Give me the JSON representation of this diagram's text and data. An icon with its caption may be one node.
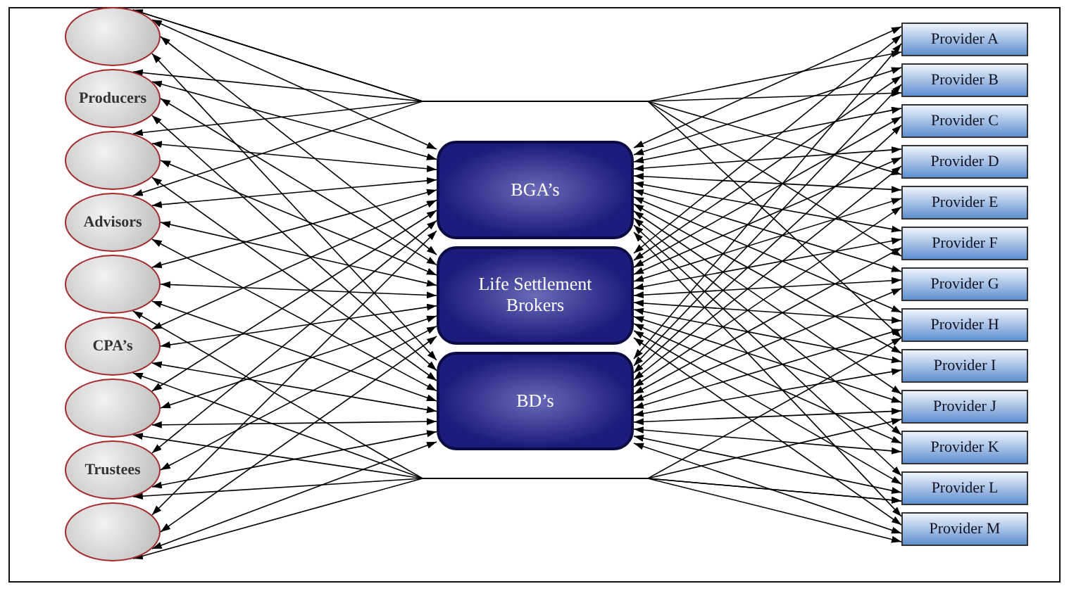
{
  "diagram": {
    "nodes": [
      {
        "text": [],
        "shape": "circle"
      },
      {
        "text": [
          "Producers"
        ]
      },
      {
        "text": [],
        "shape": "circle"
      },
      {
        "text": [
          "Advisors"
        ]
      },
      {
        "text": [],
        "shape": "circle"
      },
      {
        "text": [
          "CPA’s"
        ]
      },
      {
        "text": [],
        "shape": "circle"
      },
      {
        "text": [
          "Trustees"
        ]
      },
      {
        "text": [],
        "shape": "circle"
      },
      {
        "text": [
          "BGA’s"
        ]
      },
      {
        "text": [
          "Life Settlement Brokers"
        ]
      },
      {
        "text": [
          "BD’s"
        ]
      },
      {
        "text": [
          "Provider A"
        ]
      },
      {
        "text": [
          "Provider B"
        ]
      },
      {
        "text": [
          "Provider C"
        ]
      },
      {
        "text": [
          "Provider D"
        ]
      },
      {
        "text": [
          "Provider E"
        ]
      },
      {
        "text": [
          "Provider F"
        ]
      },
      {
        "text": [
          "Provider G"
        ]
      },
      {
        "text": [
          "Provider H"
        ]
      },
      {
        "text": [
          "Provider I"
        ]
      },
      {
        "text": [
          "Provider J"
        ]
      },
      {
        "text": [
          "Provider K"
        ]
      },
      {
        "text": [
          "Provider L"
        ]
      },
      {
        "text": [
          "Provider M"
        ]
      }
    ],
    "edges": [
      {
        "from": 0,
        "to": 9,
        "arrow": "both"
      },
      {
        "from": 1,
        "to": 9,
        "arrow": "both"
      },
      {
        "from": 2,
        "to": 9,
        "arrow": "both"
      },
      {
        "from": 3,
        "to": 9,
        "arrow": "both"
      },
      {
        "from": 4,
        "to": 9,
        "arrow": "both"
      },
      {
        "from": 5,
        "to": 9,
        "arrow": "both"
      },
      {
        "from": 6,
        "to": 9,
        "arrow": "both"
      },
      {
        "from": 7,
        "to": 9,
        "arrow": "both"
      },
      {
        "from": 8,
        "to": 9,
        "arrow": "both"
      },
      {
        "from": 0,
        "to": 10,
        "arrow": "both"
      },
      {
        "from": 1,
        "to": 10,
        "arrow": "both"
      },
      {
        "from": 2,
        "to": 10,
        "arrow": "both"
      },
      {
        "from": 3,
        "to": 10,
        "arrow": "both"
      },
      {
        "from": 4,
        "to": 10,
        "arrow": "both"
      },
      {
        "from": 5,
        "to": 10,
        "arrow": "both"
      },
      {
        "from": 6,
        "to": 10,
        "arrow": "both"
      },
      {
        "from": 7,
        "to": 10,
        "arrow": "both"
      },
      {
        "from": 8,
        "to": 10,
        "arrow": "both"
      },
      {
        "from": 0,
        "to": 11,
        "arrow": "both"
      },
      {
        "from": 1,
        "to": 11,
        "arrow": "both"
      },
      {
        "from": 2,
        "to": 11,
        "arrow": "both"
      },
      {
        "from": 3,
        "to": 11,
        "arrow": "both"
      },
      {
        "from": 4,
        "to": 11,
        "arrow": "both"
      },
      {
        "from": 5,
        "to": 11,
        "arrow": "both"
      },
      {
        "from": 6,
        "to": 11,
        "arrow": "both"
      },
      {
        "from": 7,
        "to": 11,
        "arrow": "both"
      },
      {
        "from": 8,
        "to": 11,
        "arrow": "both"
      },
      {
        "from": 9,
        "to": 12,
        "arrow": "both"
      },
      {
        "from": 9,
        "to": 13,
        "arrow": "both"
      },
      {
        "from": 9,
        "to": 14,
        "arrow": "both"
      },
      {
        "from": 9,
        "to": 15,
        "arrow": "both"
      },
      {
        "from": 9,
        "to": 16,
        "arrow": "both"
      },
      {
        "from": 9,
        "to": 17,
        "arrow": "both"
      },
      {
        "from": 9,
        "to": 18,
        "arrow": "both"
      },
      {
        "from": 9,
        "to": 19,
        "arrow": "both"
      },
      {
        "from": 9,
        "to": 20,
        "arrow": "both"
      },
      {
        "from": 9,
        "to": 21,
        "arrow": "both"
      },
      {
        "from": 9,
        "to": 22,
        "arrow": "both"
      },
      {
        "from": 9,
        "to": 23,
        "arrow": "both"
      },
      {
        "from": 9,
        "to": 24,
        "arrow": "both"
      },
      {
        "from": 10,
        "to": 12,
        "arrow": "both"
      },
      {
        "from": 10,
        "to": 13,
        "arrow": "both"
      },
      {
        "from": 10,
        "to": 14,
        "arrow": "both"
      },
      {
        "from": 10,
        "to": 15,
        "arrow": "both"
      },
      {
        "from": 10,
        "to": 16,
        "arrow": "both"
      },
      {
        "from": 10,
        "to": 17,
        "arrow": "both"
      },
      {
        "from": 10,
        "to": 18,
        "arrow": "both"
      },
      {
        "from": 10,
        "to": 19,
        "arrow": "both"
      },
      {
        "from": 10,
        "to": 20,
        "arrow": "both"
      },
      {
        "from": 10,
        "to": 21,
        "arrow": "both"
      },
      {
        "from": 10,
        "to": 22,
        "arrow": "both"
      },
      {
        "from": 10,
        "to": 23,
        "arrow": "both"
      },
      {
        "from": 10,
        "to": 24,
        "arrow": "both"
      },
      {
        "from": 11,
        "to": 12,
        "arrow": "both"
      },
      {
        "from": 11,
        "to": 13,
        "arrow": "both"
      },
      {
        "from": 11,
        "to": 14,
        "arrow": "both"
      },
      {
        "from": 11,
        "to": 15,
        "arrow": "both"
      },
      {
        "from": 11,
        "to": 16,
        "arrow": "both"
      },
      {
        "from": 11,
        "to": 17,
        "arrow": "both"
      },
      {
        "from": 11,
        "to": 18,
        "arrow": "both"
      },
      {
        "from": 11,
        "to": 19,
        "arrow": "both"
      },
      {
        "from": 11,
        "to": 20,
        "arrow": "both"
      },
      {
        "from": 11,
        "to": 21,
        "arrow": "both"
      },
      {
        "from": 11,
        "to": 22,
        "arrow": "both"
      },
      {
        "from": 11,
        "to": 23,
        "arrow": "both"
      },
      {
        "from": 11,
        "to": 24,
        "arrow": "both"
      },
      {
        "from": 0,
        "to": 12,
        "arrow": "both"
      },
      {
        "from": 0,
        "to": 13,
        "arrow": "both"
      },
      {
        "from": 1,
        "to": 15,
        "arrow": "both"
      },
      {
        "from": 2,
        "to": 17,
        "arrow": "both"
      },
      {
        "from": 3,
        "to": 19,
        "arrow": "both"
      },
      {
        "from": 4,
        "to": 19,
        "arrow": "both"
      },
      {
        "from": 5,
        "to": 21,
        "arrow": "both"
      },
      {
        "from": 6,
        "to": 23,
        "arrow": "both"
      },
      {
        "from": 7,
        "to": 23,
        "arrow": "both"
      },
      {
        "from": 8,
        "to": 24,
        "arrow": "both"
      }
    ]
  }
}
